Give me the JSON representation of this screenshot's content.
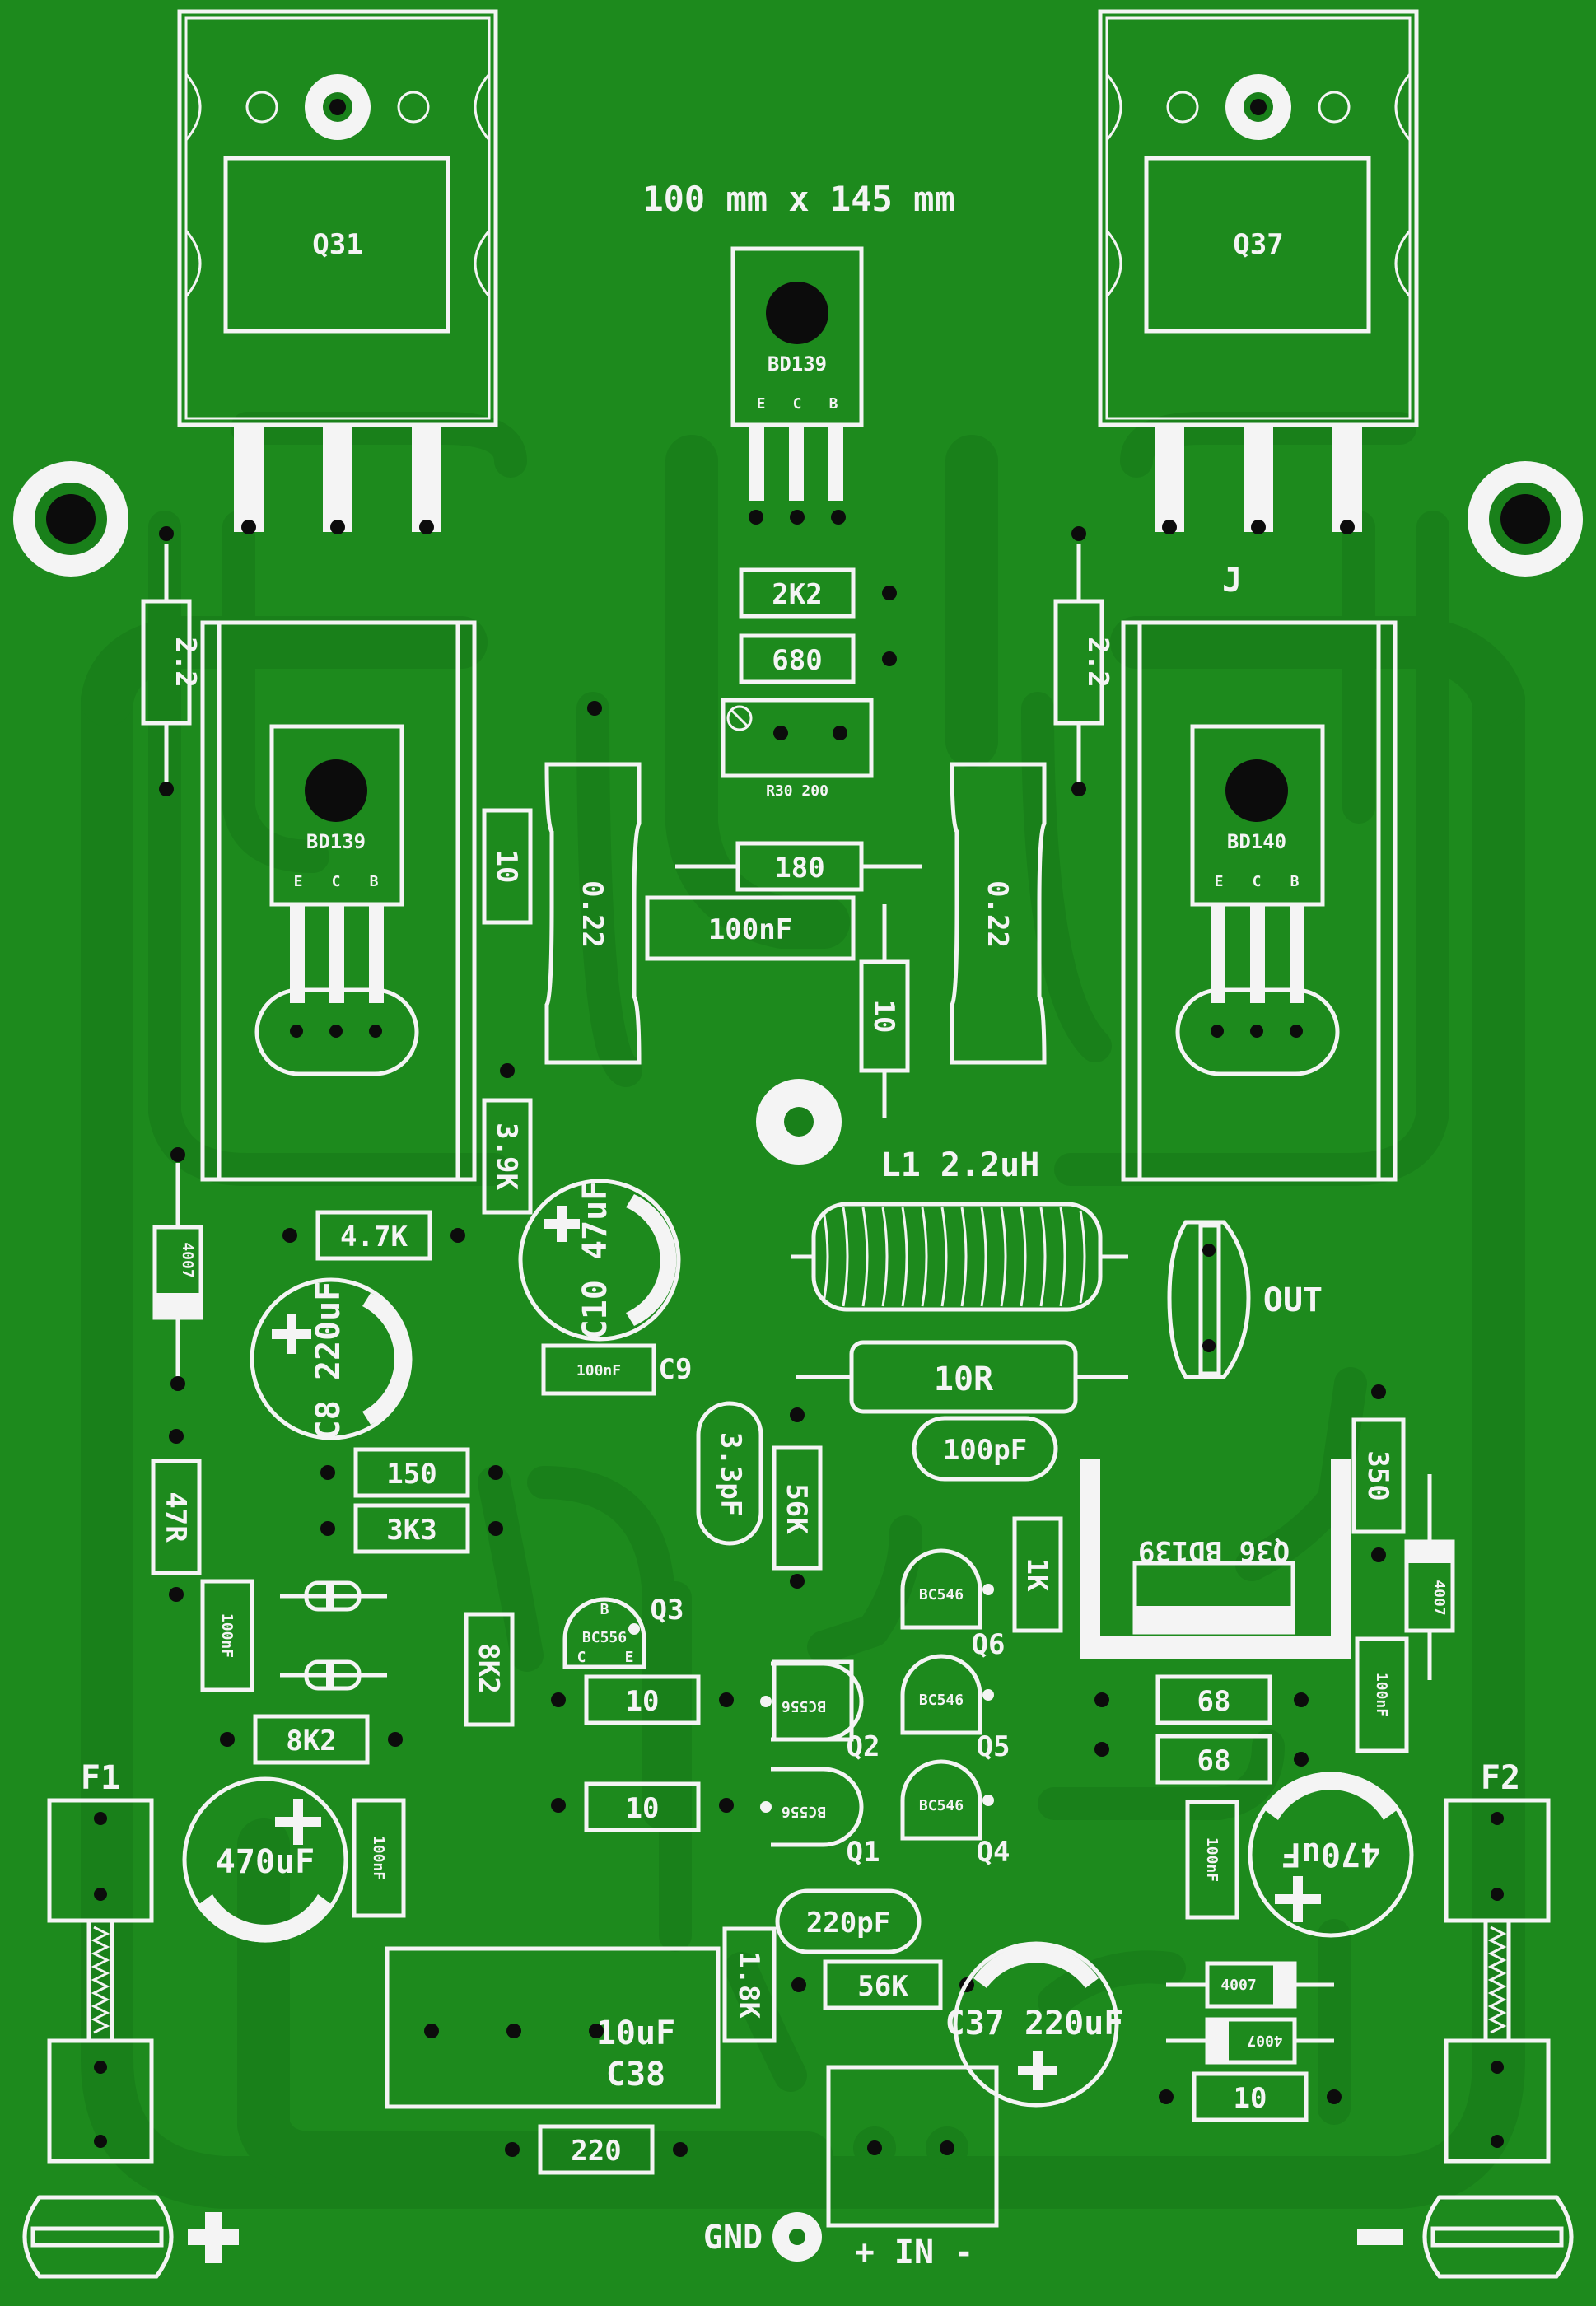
{
  "board": {
    "dimensions": "100 mm x 145 mm"
  },
  "transistors": {
    "q31": "Q31",
    "q37": "Q37",
    "bd139_top": "BD139",
    "bd139_left": "BD139",
    "bd140_right": "BD140",
    "pin_e": "E",
    "pin_c": "C",
    "pin_b": "B",
    "q36": "Q36 BD139",
    "bc556": "BC556",
    "bc546": "BC546",
    "q1": "Q1",
    "q2": "Q2",
    "q3": "Q3",
    "q4": "Q4",
    "q5": "Q5",
    "q6": "Q6",
    "small_b": "B",
    "small_c": "C",
    "small_e": "E"
  },
  "resistors": {
    "r_2k2": "2K2",
    "r_680": "680",
    "r30": "R30 200",
    "r_2_2_left": "2.2",
    "r_2_2_right": "2.2",
    "r_10_left": "10",
    "r_180": "180",
    "r_10_mid": "10",
    "r_022_left": "0.22",
    "r_022_right": "0.22",
    "r_39k": "3.9K",
    "r_47k": "4.7K",
    "r_47r": "47R",
    "r_150": "150",
    "r_3k3": "3K3",
    "r_8k2_v": "8K2",
    "r_8k2_h": "8K2",
    "r_10_q3": "10",
    "r_10_q1": "10",
    "r_10r": "10R",
    "r_56k_v": "56K",
    "r_1k": "1K",
    "r_350": "350",
    "r_68_a": "68",
    "r_68_b": "68",
    "r_18k": "1.8K",
    "r_56k_h": "56K",
    "r_220": "220",
    "r_10_bottom": "10"
  },
  "capacitors": {
    "c_100nf_mid": "100nF",
    "c10": "C10 47uF",
    "c9_val": "100nF",
    "c9": "C9",
    "c8": "C8 220uF",
    "c_33pf": "3.3pF",
    "c_100pf": "100pF",
    "c_100nf_left": "100nF",
    "c_100nf_lowleft": "100nF",
    "c_470uf_left": "470uF",
    "c_470uf_right": "470uF",
    "c_100nf_right": "100nF",
    "c_100nf_right2": "100nF",
    "c_220pf": "220pF",
    "c38_val": "10uF",
    "c38": "C38",
    "c37": "C37 220uF"
  },
  "diodes": {
    "d_left": "4007",
    "d_right": "4007",
    "d_bottom_a": "4007",
    "d_bottom_b": "4007"
  },
  "misc": {
    "l1": "L1 2.2uH",
    "out": "OUT",
    "j": "J",
    "f1": "F1",
    "f2": "F2",
    "gnd": "GND",
    "plus_in_minus": "+ IN -",
    "plus_sign": "+",
    "minus_sign": "−"
  },
  "colors": {
    "board": "#1d8a1d",
    "copper": "#19801a",
    "silkscreen": "#f4f4f4",
    "drill": "#0c0c0c"
  }
}
